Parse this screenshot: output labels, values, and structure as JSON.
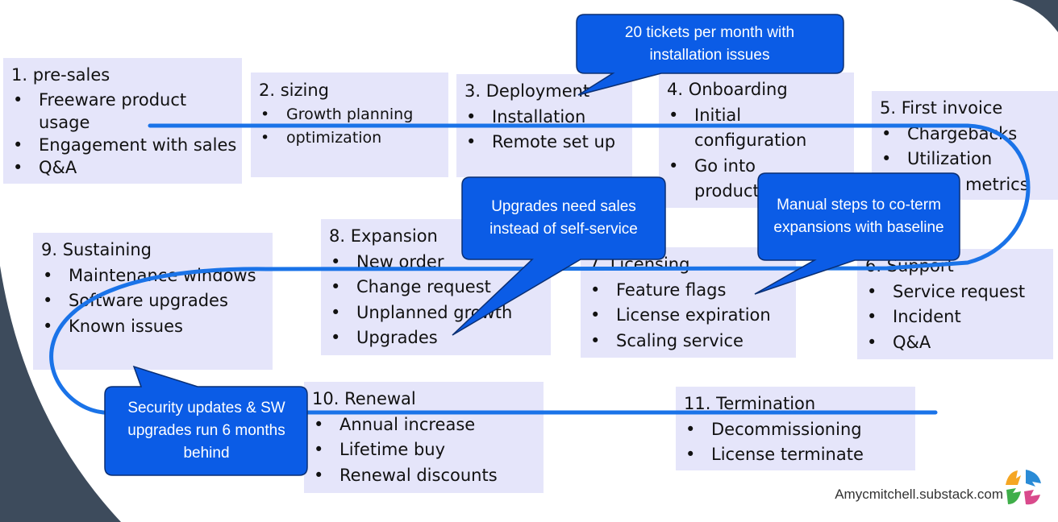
{
  "stages": [
    {
      "title": "1. pre-sales",
      "items": [
        "Freeware product usage",
        "Engagement with sales",
        "Q&A"
      ]
    },
    {
      "title": "2. sizing",
      "items": [
        "Growth planning",
        "optimization"
      ]
    },
    {
      "title": "3. Deployment",
      "items": [
        "Installation",
        "Remote set up"
      ]
    },
    {
      "title": "4. Onboarding",
      "items": [
        "Initial configuration",
        "Go into production"
      ]
    },
    {
      "title": "5. First invoice",
      "items": [
        "Chargebacks",
        "Utilization",
        "Usage metrics"
      ]
    },
    {
      "title": "6. Support",
      "items": [
        "Service request",
        "Incident",
        "Q&A"
      ]
    },
    {
      "title": "7. Licensing",
      "items": [
        "Feature flags",
        "License expiration",
        "Scaling service"
      ]
    },
    {
      "title": "8. Expansion",
      "items": [
        "New order",
        "Change request",
        "Unplanned growth",
        "Upgrades"
      ]
    },
    {
      "title": "9. Sustaining",
      "items": [
        "Maintenance windows",
        "Software upgrades",
        "Known issues"
      ]
    },
    {
      "title": "10. Renewal",
      "items": [
        "Annual increase",
        "Lifetime buy",
        "Renewal discounts"
      ]
    },
    {
      "title": "11. Termination",
      "items": [
        "Decommissioning",
        "License terminate"
      ]
    }
  ],
  "callouts": {
    "tickets": "20 tickets per month with installation issues",
    "upgrades": "Upgrades need sales instead of self-service",
    "coterm": "Manual steps to co-term expansions with baseline",
    "security": "Security updates & SW upgrades run 6 months behind"
  },
  "footer": {
    "site": "Amycmitchell.substack.com"
  },
  "colors": {
    "box_fill": "#e5e5fa",
    "line": "#1a73e8",
    "callout_fill": "#0b5ce6",
    "corner_shape": "#3d4b5c"
  }
}
